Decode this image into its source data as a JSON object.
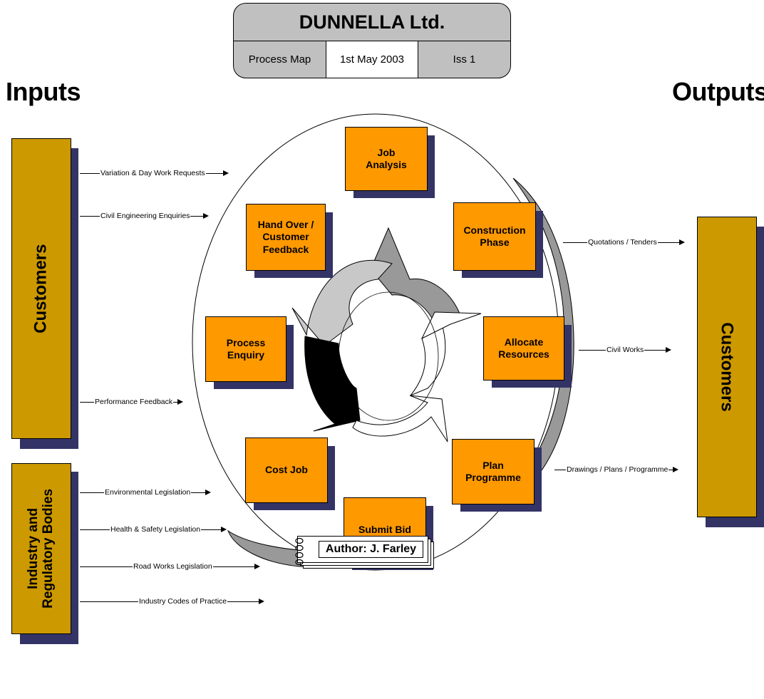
{
  "header": {
    "company": "DUNNELLA Ltd.",
    "doc_type": "Process Map",
    "date": "1st May 2003",
    "issue": "Iss 1"
  },
  "inputs_heading": "Inputs",
  "outputs_heading": "Outputs",
  "input_sources": {
    "customers": "Customers",
    "industry_line1": "Industry and",
    "industry_line2": "Regulatory Bodies"
  },
  "output_target": "Customers",
  "customer_inputs": [
    "Variation & Day Work Requests",
    "Civil Engineering Enquiries",
    "Performance Feedback"
  ],
  "regulatory_inputs": [
    "Environmental Legislation",
    "Health & Safety Legislation",
    "Road Works Legislation",
    "Industry Codes of Practice"
  ],
  "outputs": [
    "Quotations / Tenders",
    "Civil Works",
    "Drawings / Plans / Programme"
  ],
  "process_steps": {
    "job_analysis": [
      "Job",
      "Analysis"
    ],
    "construction": [
      "Construction",
      "Phase"
    ],
    "allocate": [
      "Allocate",
      "Resources"
    ],
    "plan": [
      "Plan",
      "Programme"
    ],
    "submit": [
      "Submit Bid"
    ],
    "cost": [
      "Cost Job"
    ],
    "process_enquiry": [
      "Process",
      "Enquiry"
    ],
    "handover": [
      "Hand Over /",
      "Customer",
      "Feedback"
    ]
  },
  "author": "Author:  J. Farley",
  "colors": {
    "process_box": "#ff9900",
    "source_box": "#cc9900",
    "shadow": "#333366",
    "header_bg": "#c0c0c0"
  }
}
